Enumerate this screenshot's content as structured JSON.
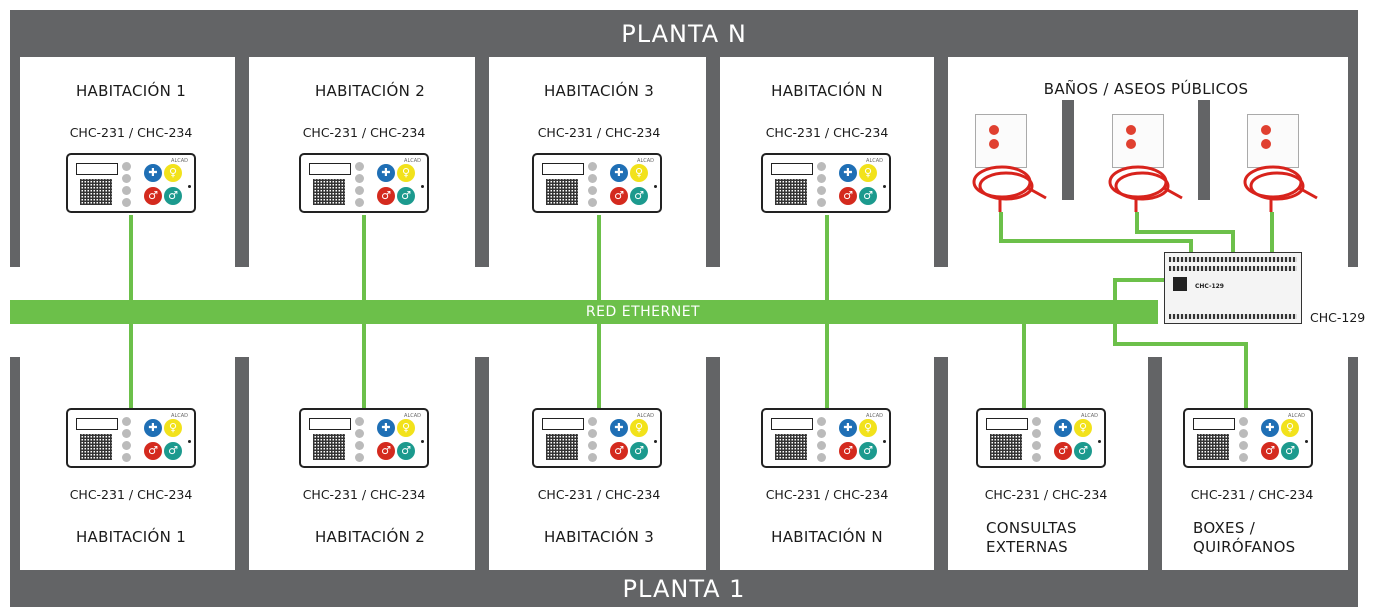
{
  "top_banner": "PLANTA N",
  "bottom_banner": "PLANTA 1",
  "network_label": "RED ETHERNET",
  "controller_label": "CHC-129",
  "controller_device_text": "CHC-129",
  "panel_brand": "ALCAD",
  "bathrooms_title": "BAÑOS / ASEOS PÚBLICOS",
  "upper_rooms": [
    {
      "title": "HABITACIÓN 1",
      "model": "CHC-231 / CHC-234"
    },
    {
      "title": "HABITACIÓN 2",
      "model": "CHC-231 / CHC-234"
    },
    {
      "title": "HABITACIÓN 3",
      "model": "CHC-231 / CHC-234"
    },
    {
      "title": "HABITACIÓN N",
      "model": "CHC-231 / CHC-234"
    }
  ],
  "lower_rooms": [
    {
      "title": "HABITACIÓN 1",
      "model": "CHC-231 / CHC-234"
    },
    {
      "title": "HABITACIÓN 2",
      "model": "CHC-231 / CHC-234"
    },
    {
      "title": "HABITACIÓN 3",
      "model": "CHC-231 / CHC-234"
    },
    {
      "title": "HABITACIÓN N",
      "model": "CHC-231 / CHC-234"
    },
    {
      "title_line1": "CONSULTAS",
      "title_line2": "EXTERNAS",
      "model": "CHC-231 / CHC-234"
    },
    {
      "title_line1": "BOXES /",
      "title_line2": "QUIRÓFANOS",
      "model": "CHC-231 / CHC-234"
    }
  ],
  "colors": {
    "frame": "#636466",
    "network": "#6cc04a",
    "button_blue": "#1f6fb5",
    "button_yellow": "#f2e21b",
    "button_red": "#d42a1e",
    "button_teal": "#1c9a8e",
    "cord": "#d8231c"
  },
  "icons": {
    "button_1": "medical-cross-icon",
    "button_2": "caregiver-icon",
    "button_3": "patient-icon",
    "button_4": "nurse-icon"
  }
}
